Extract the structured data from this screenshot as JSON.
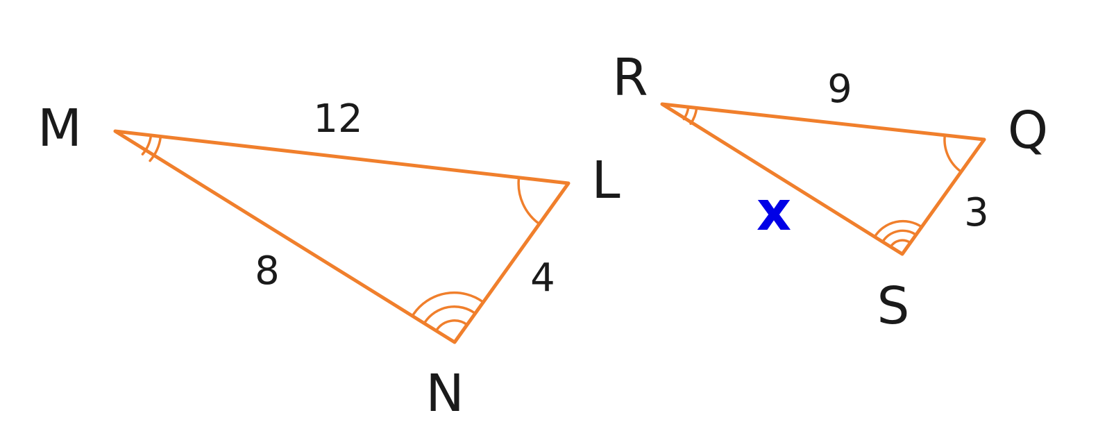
{
  "colors": {
    "stroke": "#f07f2c",
    "text": "#1a1a1a",
    "unknown": "#0000e6"
  },
  "triangle_1": {
    "vertices": {
      "M": "M",
      "L": "L",
      "N": "N"
    },
    "sides": {
      "ML": "12",
      "MN": "8",
      "NL": "4"
    },
    "angle_marks": {
      "M": 2,
      "L": 1,
      "N": 3
    }
  },
  "triangle_2": {
    "vertices": {
      "R": "R",
      "Q": "Q",
      "S": "S"
    },
    "sides": {
      "RQ": "9",
      "RS": "x",
      "SQ": "3"
    },
    "angle_marks": {
      "R": 2,
      "Q": 1,
      "S": 3
    }
  }
}
